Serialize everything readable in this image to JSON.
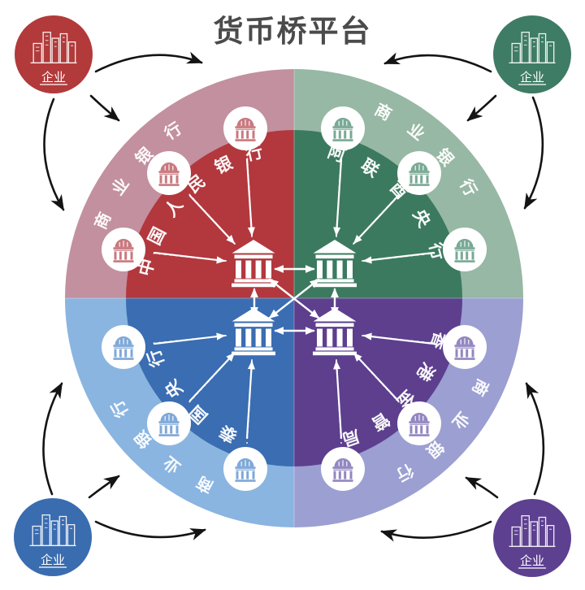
{
  "title": "货币桥平台",
  "quadrants": [
    {
      "position": "top-left",
      "central_bank": "中国人民银行",
      "ring_label": "商业银行",
      "color_dark": "#b2383e",
      "color_light": "#c2909f"
    },
    {
      "position": "top-right",
      "central_bank": "阿联酋央行",
      "ring_label": "商业银行",
      "color_dark": "#3c7a60",
      "color_light": "#97b8a4"
    },
    {
      "position": "bottom-left",
      "central_bank": "泰国央行",
      "ring_label": "商业银行",
      "color_dark": "#3a6db2",
      "color_light": "#8ab5e0"
    },
    {
      "position": "bottom-right",
      "central_bank": "香港金管局",
      "ring_label": "商业银行",
      "color_dark": "#5d3f8e",
      "color_light": "#9c9fd1"
    }
  ],
  "corner_nodes": [
    {
      "position": "top-left",
      "label": "企业",
      "color": "#b23a3a"
    },
    {
      "position": "top-right",
      "label": "企业",
      "color": "#3e7c65"
    },
    {
      "position": "bottom-left",
      "label": "企业",
      "color": "#3a6cb0"
    },
    {
      "position": "bottom-right",
      "label": "企业",
      "color": "#5d4090"
    }
  ],
  "icons": {
    "central_bank": "bank-building-icon",
    "commercial_bank": "domed-bank-icon",
    "enterprise": "city-skyline-icon"
  },
  "colors": {
    "title_text": "#4b4b4b",
    "arrow_black": "#141414",
    "arrow_white": "#ffffff"
  }
}
